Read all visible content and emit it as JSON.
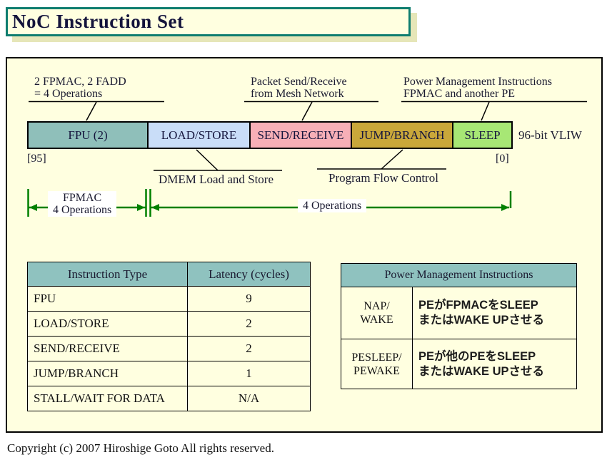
{
  "title": "NoC Instruction Set",
  "colors": {
    "panel_bg": "#ffffe0",
    "title_border": "#0e7d6f",
    "title_shadow": "#e6e6b8",
    "table_header": "#8fc2bf",
    "arrow_green": "#008000"
  },
  "diagram": {
    "annotations": [
      {
        "line1": "2 FPMAC, 2 FADD",
        "line2": "= 4 Operations"
      },
      {
        "line1": "Packet Send/Receive",
        "line2": "from Mesh Network"
      },
      {
        "line1": "Power Management Instructions",
        "line2": "FPMAC and another PE"
      }
    ],
    "fields": [
      {
        "label": "FPU (2)",
        "color": "#8fbfba"
      },
      {
        "label": "LOAD/STORE",
        "color": "#c9ddf8"
      },
      {
        "label": "SEND/RECEIVE",
        "color": "#f7afb7"
      },
      {
        "label": "JUMP/BRANCH",
        "color": "#c9a73a"
      },
      {
        "label": "SLEEP",
        "color": "#a7e775"
      }
    ],
    "word_label": "96-bit VLIW",
    "bit_high": "[95]",
    "bit_low": "[0]",
    "callout_dmem": "DMEM Load and Store",
    "callout_flow": "Program Flow Control",
    "dim1_line1": "FPMAC",
    "dim1_line2": "4 Operations",
    "dim2_label": "4 Operations"
  },
  "latency_table": {
    "headers": [
      "Instruction Type",
      "Latency (cycles)"
    ],
    "rows": [
      {
        "type": "FPU",
        "latency": "9"
      },
      {
        "type": "LOAD/STORE",
        "latency": "2"
      },
      {
        "type": "SEND/RECEIVE",
        "latency": "2"
      },
      {
        "type": "JUMP/BRANCH",
        "latency": "1"
      },
      {
        "type": "STALL/WAIT FOR DATA",
        "latency": "N/A"
      }
    ]
  },
  "power_table": {
    "header": "Power Management Instructions",
    "rows": [
      {
        "term1": "NAP/",
        "term2": "WAKE",
        "desc1": "PEがFPMACをSLEEP",
        "desc2": "またはWAKE UPさせる"
      },
      {
        "term1": "PESLEEP/",
        "term2": "PEWAKE",
        "desc1": "PEが他のPEをSLEEP",
        "desc2": "またはWAKE UPさせる"
      }
    ]
  },
  "copyright": "Copyright (c) 2007 Hiroshige Goto All rights reserved."
}
